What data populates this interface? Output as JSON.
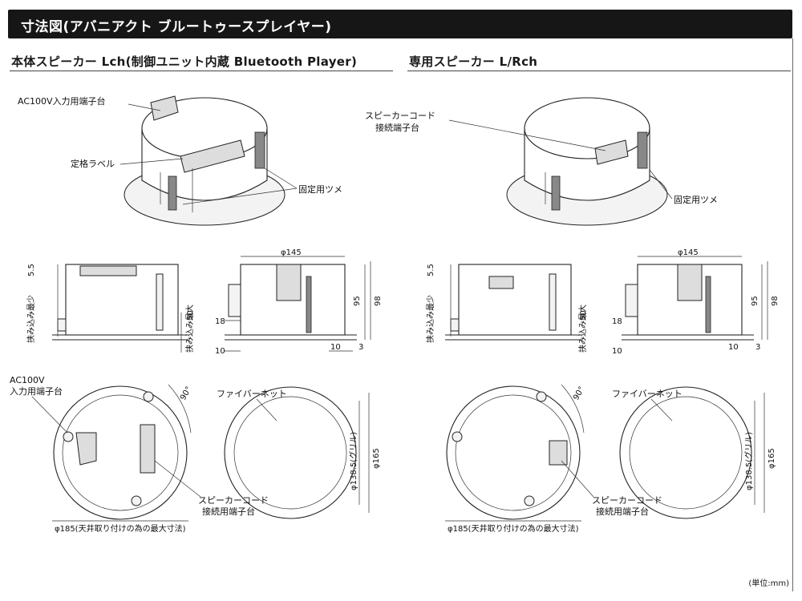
{
  "header": {
    "title": "寸法図(アバニアクト ブルートゥースプレイヤー)"
  },
  "left": {
    "section_title": "本体スピーカー Lch(制御ユニット内蔵 Bluetooth Player)",
    "iso_labels": {
      "ac_terminal": "AC100V入力用端子台",
      "rating_label": "定格ラベル",
      "clip": "固定用ツメ"
    },
    "dims": {
      "phi145": "φ145",
      "d95": "95",
      "d98": "98",
      "d18": "18",
      "d10a": "10",
      "d10b": "10",
      "d3": "3",
      "d50": "50",
      "d55": "5.5",
      "clamp_min": "挟み込み最少",
      "clamp_max": "挟み込み最大"
    },
    "plan_labels": {
      "ac_terminal_line1": "AC100V",
      "ac_terminal_line2": "入力用端子台",
      "angle": "90°",
      "fiber_net": "ファイバーネット",
      "cord_line1": "スピーカーコード",
      "cord_line2": "接続用端子台",
      "phi138": "φ138.5(グリル)",
      "phi165": "φ165",
      "phi185": "φ185(天井取り付けの為の最大寸法)"
    }
  },
  "right": {
    "section_title": "専用スピーカー L/Rch",
    "iso_labels": {
      "cord_line1": "スピーカーコード",
      "cord_line2": "接続端子台",
      "clip": "固定用ツメ"
    },
    "dims": {
      "phi145": "φ145",
      "d95": "95",
      "d98": "98",
      "d18": "18",
      "d10a": "10",
      "d10b": "10",
      "d3": "3",
      "d50": "50",
      "d55": "5.5",
      "clamp_min": "挟み込み最少",
      "clamp_max": "挟み込み最大"
    },
    "plan_labels": {
      "angle": "90°",
      "fiber_net": "ファイバーネット",
      "cord_line1": "スピーカーコード",
      "cord_line2": "接続用端子台",
      "phi138": "φ138.5(グリル)",
      "phi165": "φ165",
      "phi185": "φ185(天井取り付けの為の最大寸法)"
    }
  },
  "units": "(単位:mm)"
}
